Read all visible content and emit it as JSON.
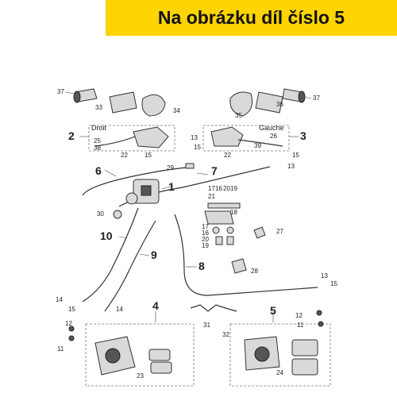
{
  "banner": {
    "text": "Na obrázku díl číslo 5",
    "color": "#ffd400"
  },
  "labels": {
    "droit": "Droit",
    "gauche": "Gauche",
    "n1": "1",
    "n2": "2",
    "n3": "3",
    "n4": "4",
    "n5": "5",
    "n6": "6",
    "n7": "7",
    "n8": "8",
    "n9": "9",
    "n10": "10",
    "n11a": "11",
    "n11b": "11",
    "n12a": "12",
    "n12b": "12",
    "n13a": "13",
    "n13b": "13",
    "n14a": "14",
    "n14b": "14",
    "n15a": "15",
    "n15b": "15",
    "n15c": "15",
    "n15d": "15",
    "n15e": "15",
    "n16a": "16",
    "n16b": "16",
    "n17a": "17",
    "n17b": "17",
    "n18": "18",
    "n19a": "19",
    "n19b": "19",
    "n20a": "20",
    "n20b": "20",
    "n21": "21",
    "n22a": "22",
    "n22b": "22",
    "n23": "23",
    "n24": "24",
    "n25": "25",
    "n26": "26",
    "n27": "27",
    "n28": "28",
    "n29": "29",
    "n30": "30",
    "n31": "31",
    "n32": "32",
    "n33": "33",
    "n34": "34",
    "n35": "35",
    "n36": "36",
    "n37a": "37",
    "n37b": "37",
    "n38": "38",
    "n39": "39"
  }
}
